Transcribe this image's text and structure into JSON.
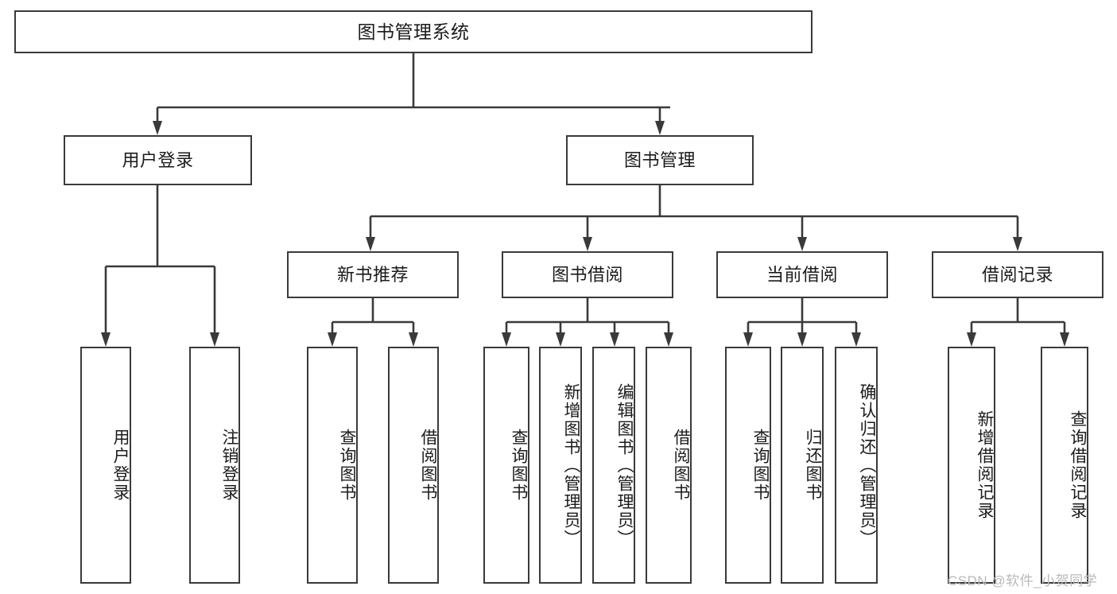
{
  "diagram": {
    "type": "tree-hierarchy",
    "title": "图书管理系统",
    "root": {
      "label": "图书管理系统"
    },
    "level2": [
      {
        "label": "用户登录"
      },
      {
        "label": "图书管理"
      }
    ],
    "level3": [
      {
        "label": "新书推荐"
      },
      {
        "label": "图书借阅"
      },
      {
        "label": "当前借阅"
      },
      {
        "label": "借阅记录"
      }
    ],
    "leaves": {
      "user_login": [
        {
          "label": "用户登录"
        },
        {
          "label": "注销登录"
        }
      ],
      "new_book_recommend": [
        {
          "label": "查询图书"
        },
        {
          "label": "借阅图书"
        }
      ],
      "book_borrow": [
        {
          "label": "查询图书"
        },
        {
          "label": "新增图书（管理员）"
        },
        {
          "label": "编辑图书（管理员）"
        },
        {
          "label": "借阅图书"
        }
      ],
      "current_borrow": [
        {
          "label": "查询图书"
        },
        {
          "label": "归还图书"
        },
        {
          "label": "确认归还（管理员）"
        }
      ],
      "borrow_record": [
        {
          "label": "新增借阅记录"
        },
        {
          "label": "查询借阅记录"
        }
      ]
    }
  },
  "watermark": {
    "text": "CSDN @软件_小贺同学"
  },
  "colors": {
    "stroke": "#3a3a3a",
    "text": "#1b1b1b",
    "background": "#ffffff",
    "watermark": "#b9b9b9"
  }
}
